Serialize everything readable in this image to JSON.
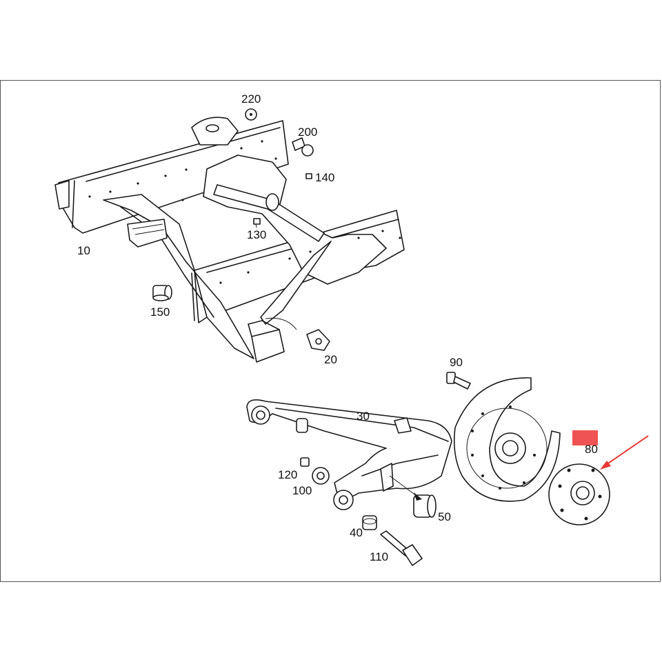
{
  "callouts": {
    "c10": "10",
    "c20": "20",
    "c30": "30",
    "c40": "40",
    "c50": "50",
    "c80": "80",
    "c90": "90",
    "c100": "100",
    "c110": "110",
    "c120": "120",
    "c130": "130",
    "c140": "140",
    "c150": "150",
    "c200": "200",
    "c220": "220"
  },
  "colors": {
    "line": "#1a1a1a",
    "highlight_box": "#ef5353",
    "arrow": "#e53935",
    "frame": "#555555"
  }
}
